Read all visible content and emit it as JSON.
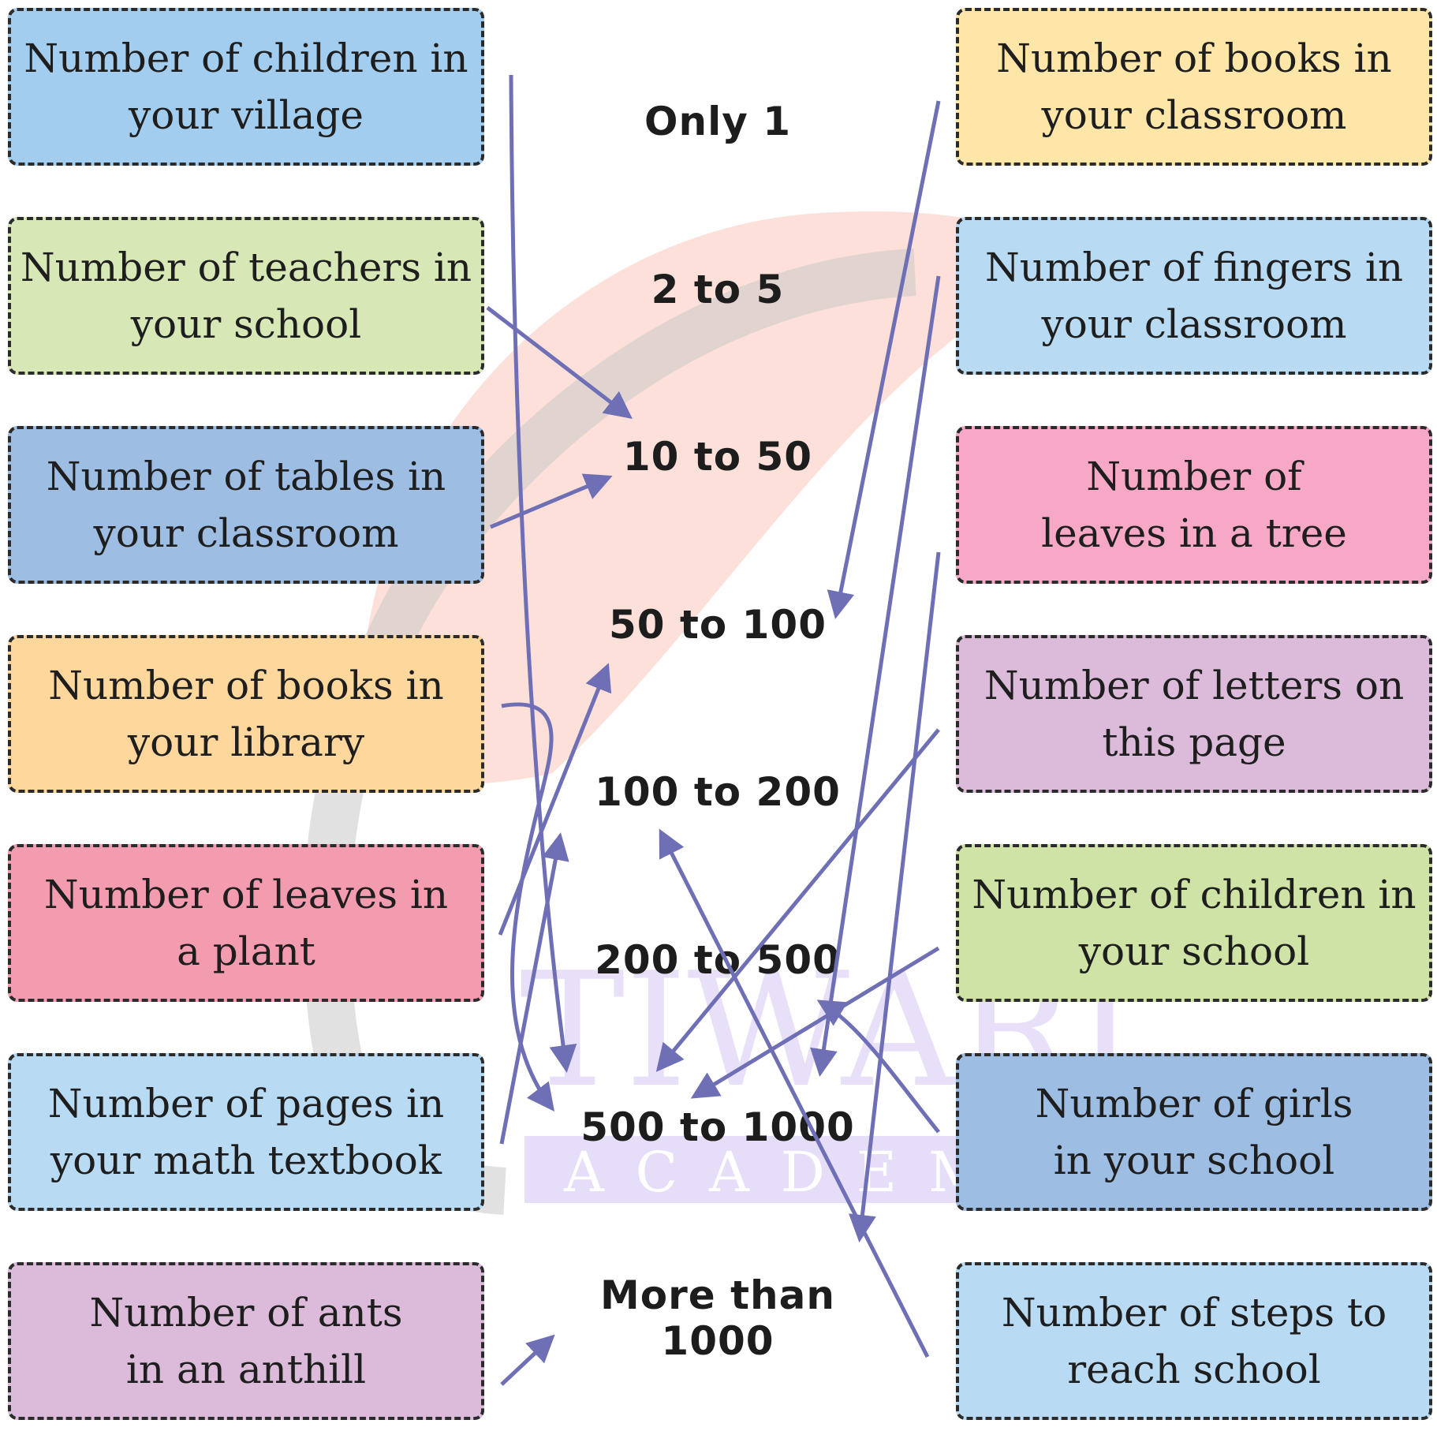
{
  "left_items": [
    {
      "text": "Number of children in\nyour village",
      "color": "#a3cdee"
    },
    {
      "text": "Number of teachers in\nyour school",
      "color": "#d7e7b6"
    },
    {
      "text": "Number of tables in\nyour classroom",
      "color": "#9dbde3"
    },
    {
      "text": "Number of books in\nyour library",
      "color": "#fdd79c"
    },
    {
      "text": "Number of leaves in\na plant",
      "color": "#f39caf"
    },
    {
      "text": "Number of pages in\nyour math textbook",
      "color": "#b8daf3"
    },
    {
      "text": "Number of ants\nin an anthill",
      "color": "#dbbbd9"
    }
  ],
  "ranges": [
    "Only 1",
    "2 to 5",
    "10 to 50",
    "50 to 100",
    "100 to 200",
    "200 to 500",
    "500 to 1000",
    "More than 1000"
  ],
  "right_items": [
    {
      "text": "Number of books in\nyour classroom",
      "color": "#fde6a8"
    },
    {
      "text": "Number of fingers in\nyour classroom",
      "color": "#b8daf3"
    },
    {
      "text": "Number of\nleaves in a tree",
      "color": "#f6a8c6"
    },
    {
      "text": "Number of letters on\nthis page",
      "color": "#dbbbd9"
    },
    {
      "text": "Number of children in\nyour school",
      "color": "#cfe3a6"
    },
    {
      "text": "Number of girls\nin your school",
      "color": "#9dbde3"
    },
    {
      "text": "Number of steps to\nreach school",
      "color": "#b8daf3"
    }
  ],
  "watermark": {
    "name": "TIWARI",
    "subtitle": "ACADEMY"
  },
  "arrow_color": "#6f6fb5"
}
